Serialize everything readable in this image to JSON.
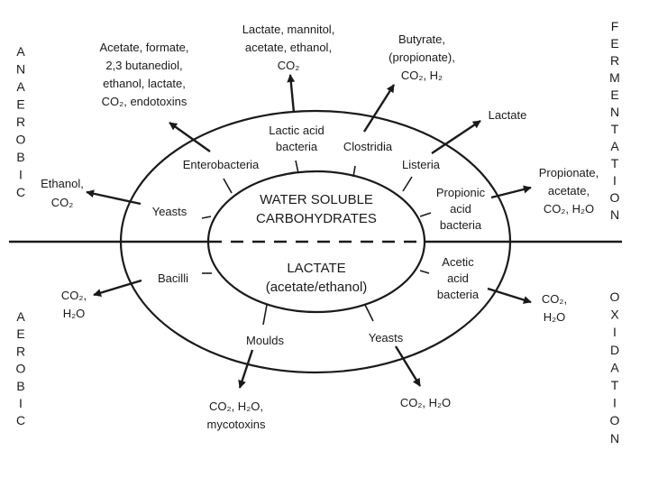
{
  "center": {
    "upper": [
      "WATER SOLUBLE",
      "CARBOHYDRATES"
    ],
    "lower": [
      "LACTATE",
      "(acetate/ethanol)"
    ]
  },
  "side_labels": {
    "anaerobic": "ANAEROBIC",
    "aerobic": "AEROBIC",
    "fermentation": "FERMENTATION",
    "oxidation": "OXIDATION"
  },
  "organisms": {
    "enterobacteria": "Enterobacteria",
    "lactic_acid_bacteria": [
      "Lactic acid",
      "bacteria"
    ],
    "clostridia": "Clostridia",
    "listeria": "Listeria",
    "yeasts_upper": "Yeasts",
    "propionic_acid_bacteria": [
      "Propionic",
      "acid",
      "bacteria"
    ],
    "bacilli": "Bacilli",
    "acetic_acid_bacteria": [
      "Acetic",
      "acid",
      "bacteria"
    ],
    "moulds": "Moulds",
    "yeasts_lower": "Yeasts"
  },
  "products": {
    "enterobacteria": [
      "Acetate, formate,",
      "2,3 butanediol,",
      "ethanol, lactate,",
      "CO₂, endotoxins"
    ],
    "lactic_acid_bacteria": [
      "Lactate, mannitol,",
      "acetate, ethanol,",
      "CO₂"
    ],
    "clostridia": [
      "Butyrate,",
      "(propionate),",
      "CO₂, H₂"
    ],
    "listeria": [
      "Lactate"
    ],
    "yeasts_upper": [
      "Ethanol,",
      "CO₂"
    ],
    "propionic_acid_bacteria": [
      "Propionate,",
      "acetate,",
      "CO₂, H₂O"
    ],
    "bacilli": [
      "CO₂,",
      "H₂O"
    ],
    "acetic_acid_bacteria": [
      "CO₂,",
      "H₂O"
    ],
    "moulds": [
      "CO₂, H₂O,",
      "mycotoxins"
    ],
    "yeasts_lower": [
      "CO₂, H₂O"
    ]
  }
}
